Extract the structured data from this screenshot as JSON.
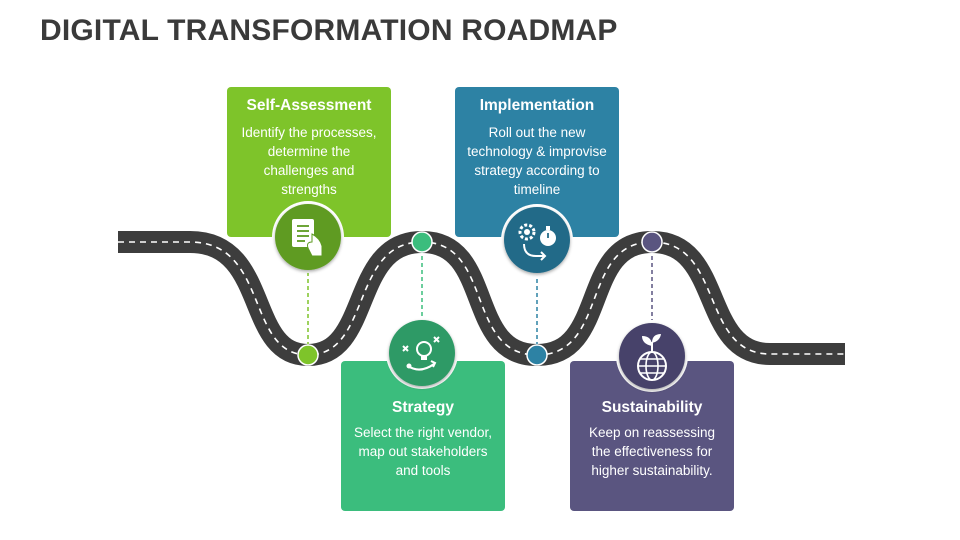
{
  "title": "DIGITAL TRANSFORMATION ROADMAP",
  "colors": {
    "road": "#3d3d3d",
    "self_assessment": "#7ec42a",
    "strategy": "#3bbd7d",
    "implementation": "#2d82a4",
    "sustainability": "#5a5580"
  },
  "steps": [
    {
      "heading": "Self-Assessment",
      "description": "Identify the processes, determine the challenges and strengths",
      "icon": "document-hand-icon"
    },
    {
      "heading": "Strategy",
      "description": "Select the right vendor, map out stakeholders and tools",
      "icon": "strategy-lightbulb-icon"
    },
    {
      "heading": "Implementation",
      "description": "Roll out the new technology & improvise strategy according to timeline",
      "icon": "gear-stopwatch-icon"
    },
    {
      "heading": "Sustainability",
      "description": "Keep on reassessing the effectiveness for higher sustainability.",
      "icon": "globe-sprout-icon"
    }
  ]
}
